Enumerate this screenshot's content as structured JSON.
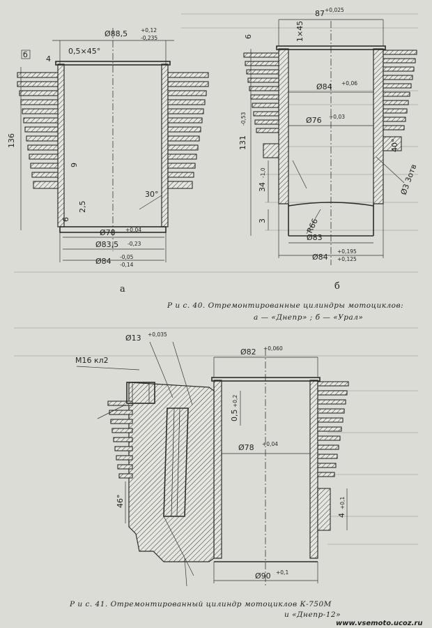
{
  "fig40": {
    "a": {
      "dia_top": "Ø88,5",
      "dia_top_tol_up": "+0,12",
      "dia_top_tol_dn": "-0,235",
      "chamfer": "0,5×45°",
      "label_b": "б",
      "label_4": "4",
      "height": "136",
      "dim_9": "9",
      "dim_2_5": "2,5",
      "angle": "30°",
      "dim_6": "6",
      "dia_bore": "Ø78",
      "dia_bore_tol": "+0,04",
      "dia_mid": "Ø83,5",
      "dia_mid_tol": "-0,23",
      "dia_bot": "Ø84",
      "dia_bot_tol_up": "-0,05",
      "dia_bot_tol_dn": "-0,14",
      "letter": "а"
    },
    "b": {
      "width": "87",
      "width_tol": "+0,025",
      "chamfer": "1×45",
      "dim_6": "6",
      "dia_84": "Ø84",
      "dia_84_tol": "+0,06",
      "dia_bore": "Ø76",
      "dia_bore_tol": "+0,03",
      "height": "131",
      "height_tol": "-0,53",
      "dim_34": "34",
      "dim_34_tol": "-1,0",
      "dim_3": "3",
      "radius": "R66",
      "dia_83": "Ø83",
      "dia_84b": "Ø84",
      "dia_84b_tol_up": "+0,195",
      "dia_84b_tol_dn": "+0,125",
      "angle": "40°",
      "holes": "Ø3  3отв",
      "letter": "б"
    },
    "caption_line1": "Р и с.  40.  Отремонтированные  цилиндры  мотоциклов:",
    "caption_line2": "а — «Днепр» ;  б — «Урал»"
  },
  "fig41": {
    "dia_13": "Ø13",
    "dia_13_tol": "+0,035",
    "thread": "М16 кл2",
    "dia_82": "Ø82",
    "dia_82_tol": "+0,060",
    "dim_0_5": "0,5",
    "dim_0_5_tol": "+0,2",
    "dia_78": "Ø78",
    "dia_78_tol": "+0,04",
    "angle_46": "46°",
    "dim_4": "4",
    "dim_4_tol": "+0,1",
    "dia_90": "Ø90",
    "dia_90_tol": "+0,1",
    "caption_line1": "Р и с.  41.  Отремонтированный  цилиндр  мотоциклов  К-750М",
    "caption_line2": "и  «Днепр-12»"
  },
  "site": "www.vsemoto.ucoz.ru"
}
